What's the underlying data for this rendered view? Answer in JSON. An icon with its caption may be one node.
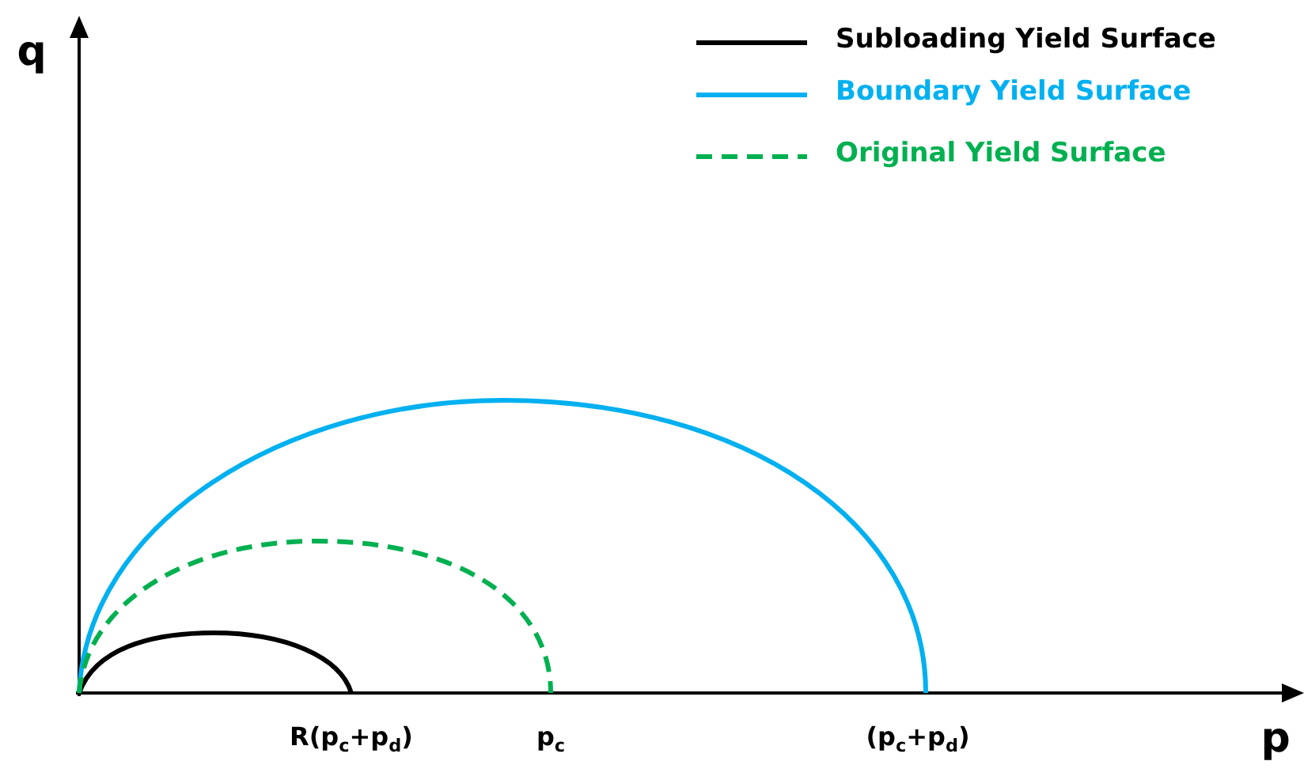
{
  "diagram": {
    "labels": [
      "q",
      "p",
      "R(p$_{c}$+p$_{d}$)",
      "p$_{c}$",
      "(p$_{c}$+p$_{d}$)"
    ],
    "legend": [
      {
        "text": "Subloading Yield Surface"
      },
      {
        "text": "Boundary Yield Surface"
      },
      {
        "text": "Original Yield Surface"
      }
    ]
  }
}
